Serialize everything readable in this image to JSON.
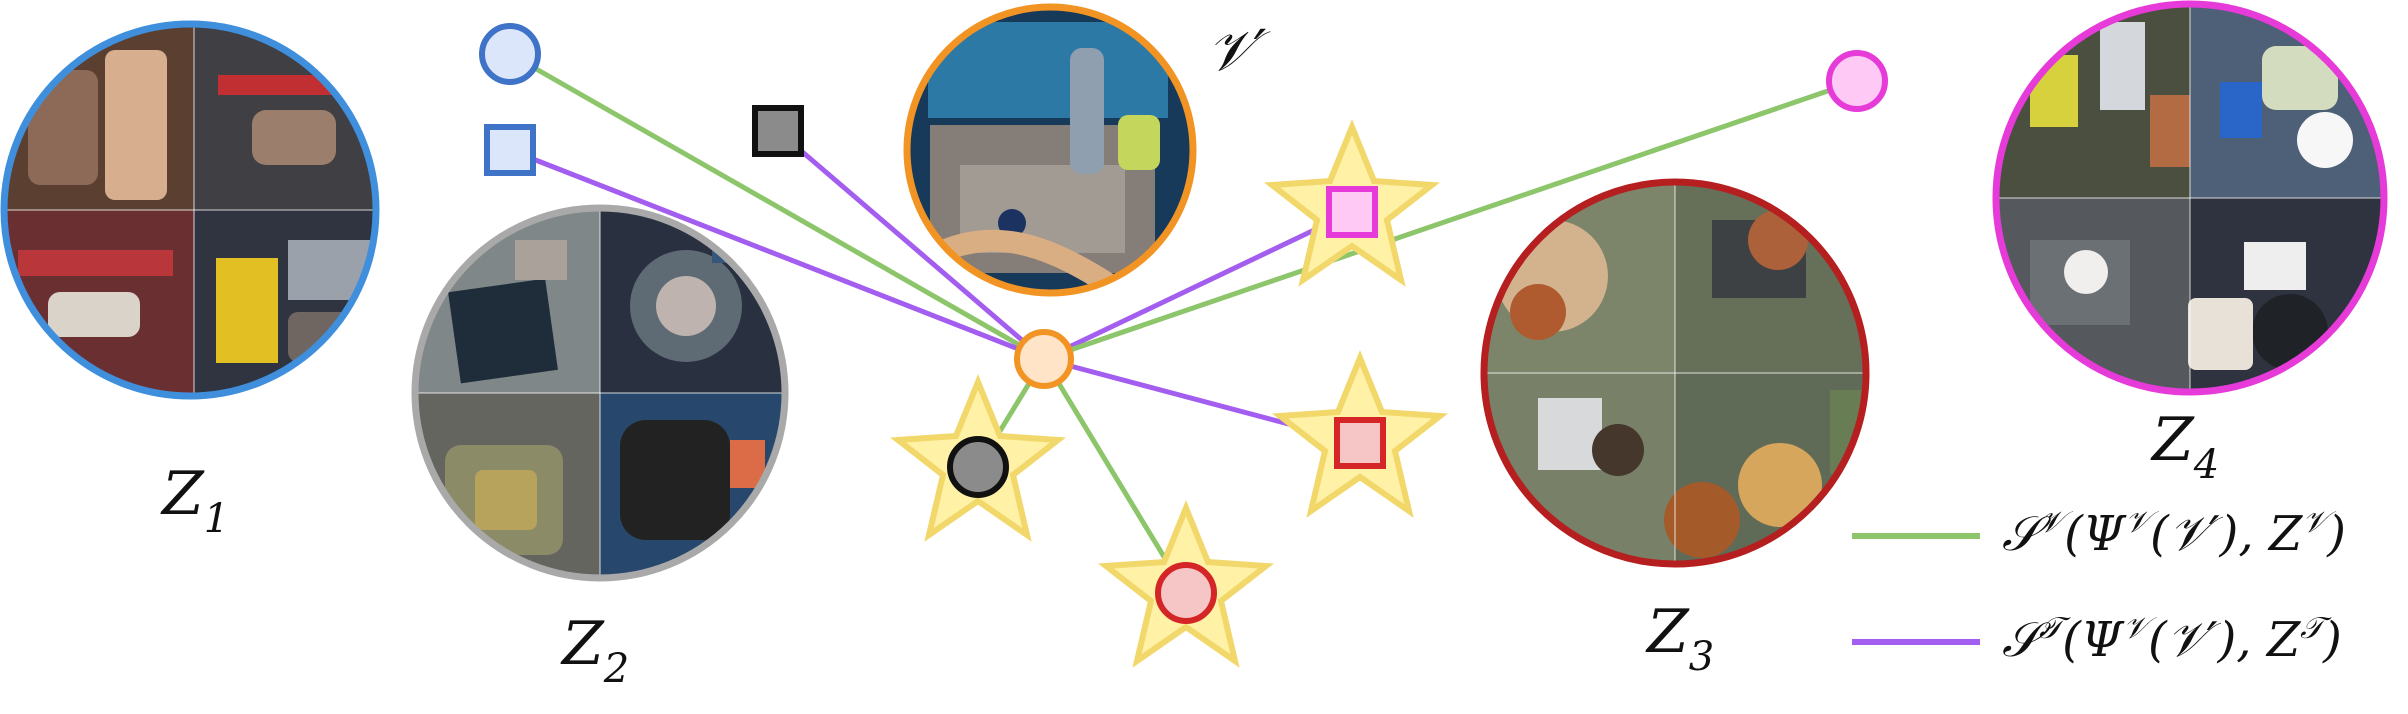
{
  "colors": {
    "green_edge": "#8dc56b",
    "purple_edge": "#a35ef0",
    "star_fill": "#fff1a6",
    "star_stroke": "#f2d86a",
    "z1_ring": "#3f8fdc",
    "z2_ring": "#a9a9a9",
    "z3_ring": "#b51f1f",
    "z4_ring": "#e63ad9",
    "query_ring": "#f29423",
    "query_node_fill": "#ffe4c8",
    "node_blue": "#3f73c8",
    "node_blue_fill": "#dbe6fb",
    "node_black": "#111111",
    "node_gray_fill": "#8b8b8b",
    "node_magenta": "#e63ad9",
    "node_magenta_fill": "#ffc9f6",
    "node_red": "#d42626",
    "node_red_fill": "#f6c6c6"
  },
  "clusters": [
    {
      "id": "z1",
      "label": "Z",
      "subscript": "1",
      "ring": "z1_ring",
      "content": "video-frame-mosaic-icon"
    },
    {
      "id": "z2",
      "label": "Z",
      "subscript": "2",
      "ring": "z2_ring",
      "content": "video-frame-mosaic-icon"
    },
    {
      "id": "z3",
      "label": "Z",
      "subscript": "3",
      "ring": "z3_ring",
      "content": "video-frame-mosaic-icon"
    },
    {
      "id": "z4",
      "label": "Z",
      "subscript": "4",
      "ring": "z4_ring",
      "content": "video-frame-mosaic-icon"
    }
  ],
  "query": {
    "label": "𝒱′",
    "ring": "query_ring",
    "content": "query-video-frame-icon"
  },
  "legend": [
    {
      "edge_type": "green_edge",
      "text_main": "𝒮",
      "text_sup": "𝒱",
      "text_body": "(Ψ",
      "text_body_sup": "𝒱",
      "text_body_rest": "(𝒱′), Z",
      "text_tail_sup": "𝒱",
      "text_close": ")"
    },
    {
      "edge_type": "purple_edge",
      "text_main": "𝒮",
      "text_sup": "𝒯",
      "text_body": "(Ψ",
      "text_body_sup": "𝒱",
      "text_body_rest": "(𝒱′), Z",
      "text_tail_sup": "𝒯",
      "text_close": ")"
    }
  ],
  "nodes": [
    {
      "id": "center",
      "shape": "circle",
      "fill": "query_node_fill",
      "stroke": "query_ring",
      "starred": false
    },
    {
      "id": "blue-circle",
      "shape": "circle",
      "fill": "node_blue_fill",
      "stroke": "node_blue",
      "starred": false
    },
    {
      "id": "blue-square",
      "shape": "square",
      "fill": "node_blue_fill",
      "stroke": "node_blue",
      "starred": false
    },
    {
      "id": "black-square",
      "shape": "square",
      "fill": "node_gray_fill",
      "stroke": "node_black",
      "starred": false
    },
    {
      "id": "magenta-square",
      "shape": "square",
      "fill": "node_magenta_fill",
      "stroke": "node_magenta",
      "starred": true
    },
    {
      "id": "magenta-circle",
      "shape": "circle",
      "fill": "node_magenta_fill",
      "stroke": "node_magenta",
      "starred": false
    },
    {
      "id": "red-square",
      "shape": "square",
      "fill": "node_red_fill",
      "stroke": "node_red",
      "starred": true
    },
    {
      "id": "black-circle",
      "shape": "circle",
      "fill": "node_gray_fill",
      "stroke": "node_black",
      "starred": true
    },
    {
      "id": "red-circle",
      "shape": "circle",
      "fill": "node_red_fill",
      "stroke": "node_red",
      "starred": true
    }
  ],
  "edges": [
    {
      "from": "center",
      "to": "blue-circle",
      "type": "green_edge"
    },
    {
      "from": "center",
      "to": "blue-square",
      "type": "purple_edge"
    },
    {
      "from": "center",
      "to": "black-square",
      "type": "purple_edge"
    },
    {
      "from": "center",
      "to": "magenta-square",
      "type": "purple_edge"
    },
    {
      "from": "center",
      "to": "magenta-circle",
      "type": "green_edge"
    },
    {
      "from": "center",
      "to": "red-square",
      "type": "purple_edge"
    },
    {
      "from": "center",
      "to": "black-circle",
      "type": "green_edge"
    },
    {
      "from": "center",
      "to": "red-circle",
      "type": "green_edge"
    }
  ]
}
